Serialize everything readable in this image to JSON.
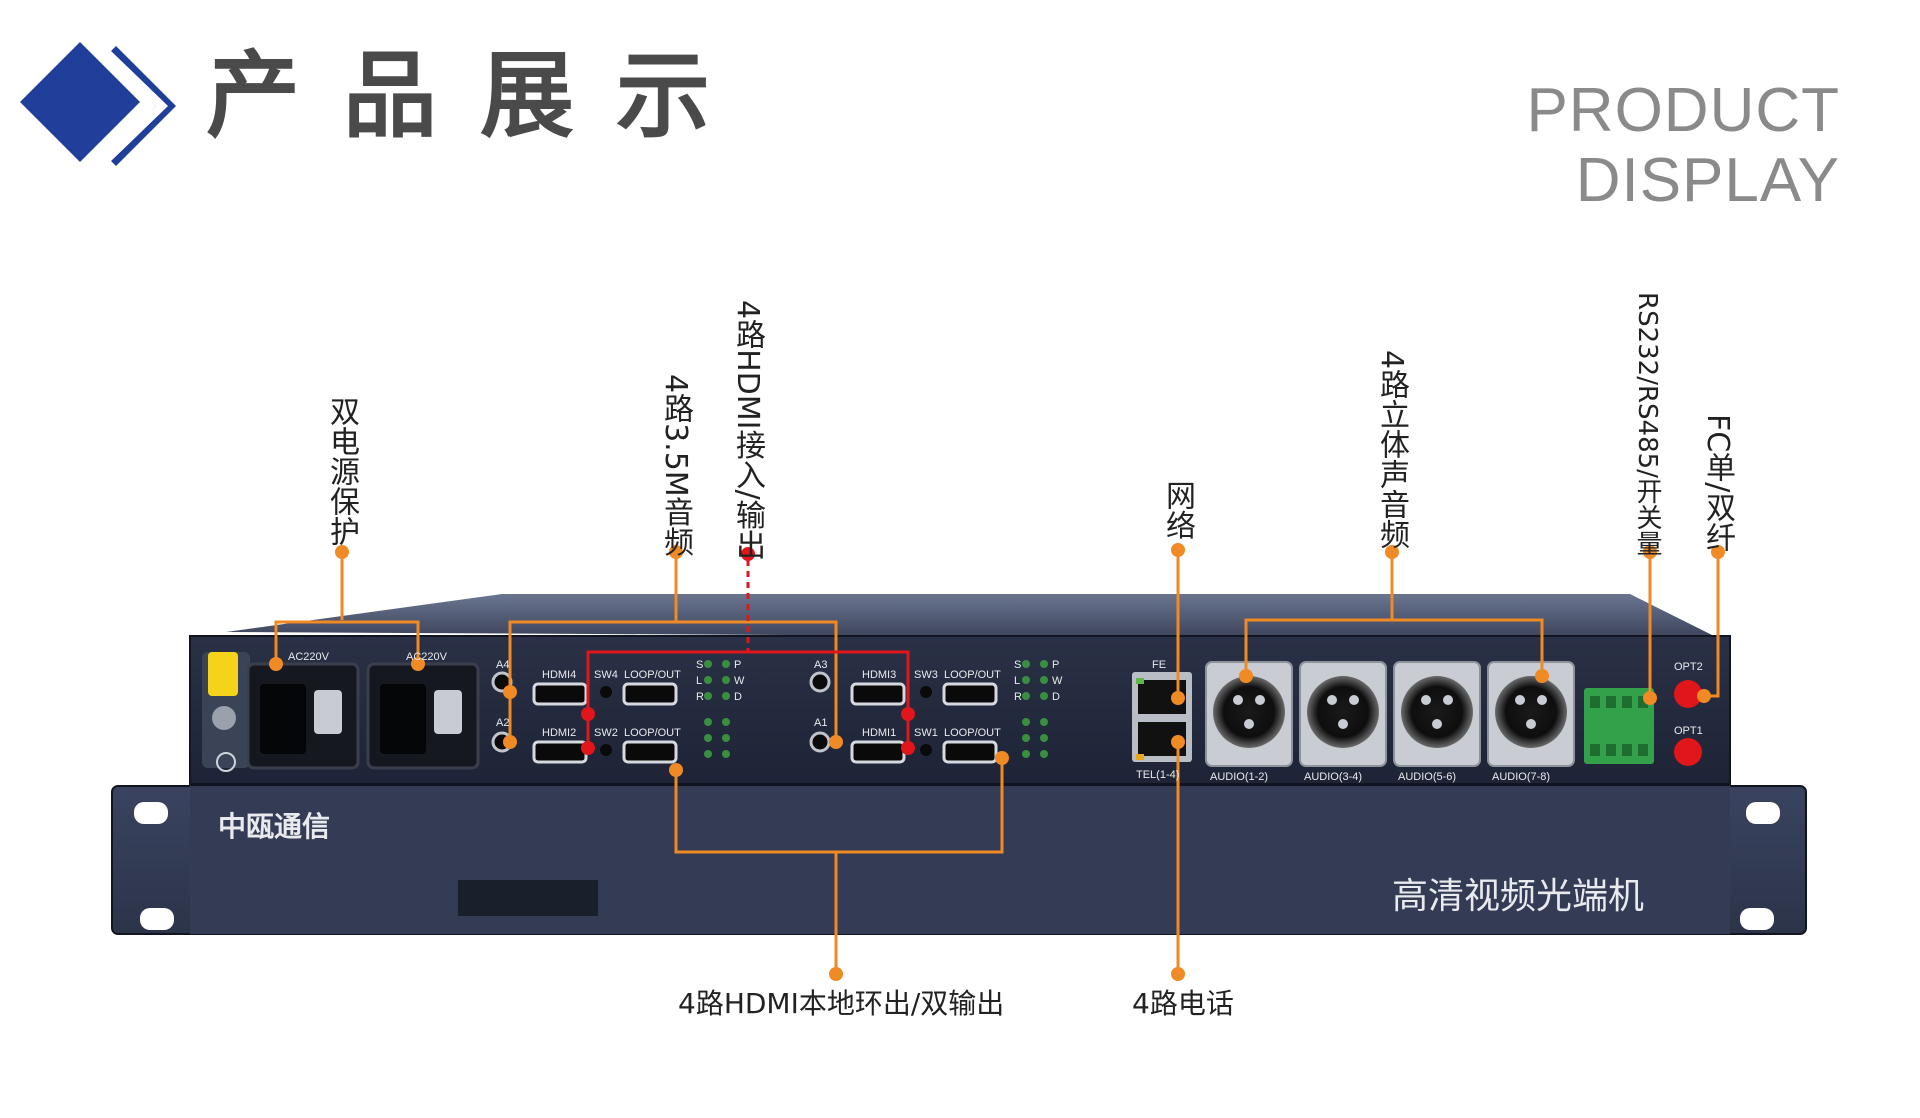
{
  "header": {
    "title_cn": [
      "产",
      "品",
      "展",
      "示"
    ],
    "title_en": "PRODUCT DISPLAY",
    "colors": {
      "logo_blue": "#1f3f9a",
      "callout_orange": "#f08a24",
      "accent_red": "#e0161b"
    }
  },
  "callouts": {
    "dual_power": "双电源保护",
    "audio_35": "4路3.5M音频",
    "hdmi_io": "4路HDMI接入/输出",
    "network": "网络",
    "stereo_audio": "4路立体声音频",
    "serial": "RS232/RS485/开关量",
    "fiber": "FC单/双纤",
    "hdmi_loop": "4路HDMI本地环出/双输出",
    "phone": "4路电话"
  },
  "device": {
    "brand": "中瓯通信",
    "product_name": "高清视频光端机",
    "ports": {
      "ac1": "AC220V",
      "ac2": "AC220V",
      "a4": "A4",
      "a2": "A2",
      "a3": "A3",
      "a1": "A1",
      "hdmi4": "HDMI4",
      "hdmi2": "HDMI2",
      "hdmi3": "HDMI3",
      "hdmi1": "HDMI1",
      "sw4": "SW4",
      "sw2": "SW2",
      "sw3": "SW3",
      "sw1": "SW1",
      "loop1": "LOOP/OUT",
      "loop2": "LOOP/OUT",
      "loop3": "LOOP/OUT",
      "loop4": "LOOP/OUT",
      "fe": "FE",
      "tel": "TEL(1-4)",
      "audio1": "AUDIO(1-2)",
      "audio2": "AUDIO(3-4)",
      "audio3": "AUDIO(5-6)",
      "audio4": "AUDIO(7-8)",
      "opt2": "OPT2",
      "opt1": "OPT1"
    },
    "led_letters_left": [
      "S",
      "L",
      "R"
    ],
    "led_letters_right": [
      "P",
      "W",
      "D"
    ]
  }
}
